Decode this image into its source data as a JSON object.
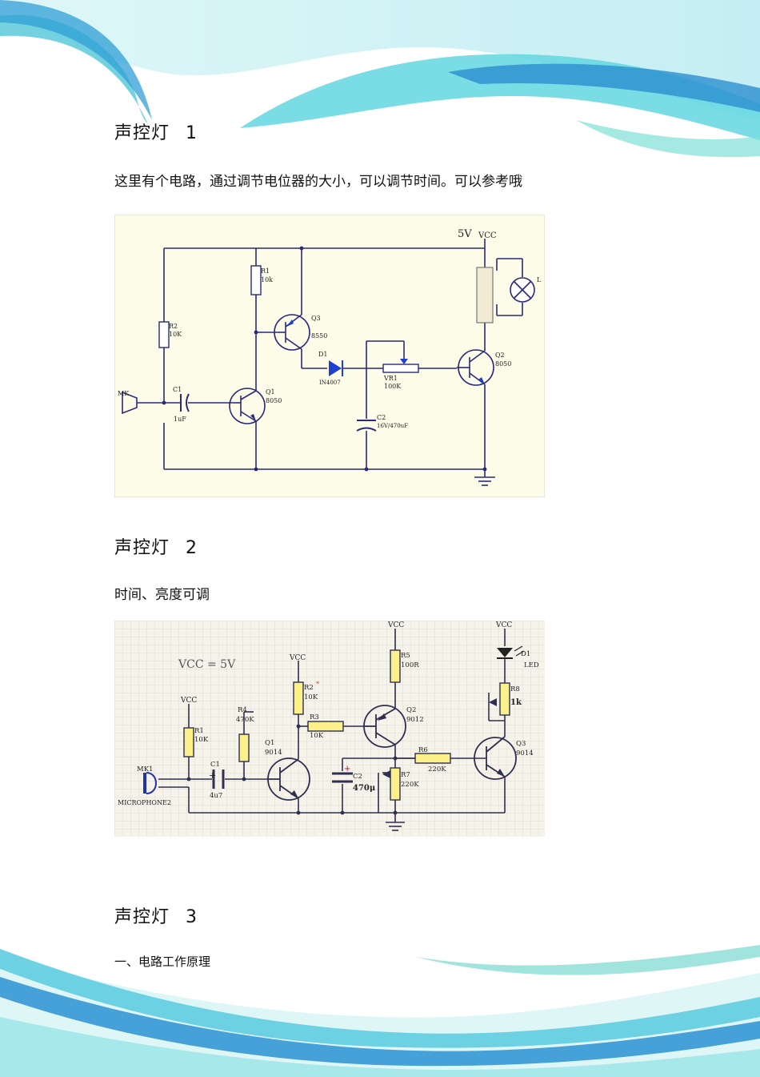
{
  "section1": {
    "title": "声控灯",
    "number": "1",
    "text": "这里有个电路，通过调节电位器的大小，可以调节时间。可以参考哦"
  },
  "circuit1": {
    "supply": "5V",
    "vcc": "VCC",
    "R1": "R1",
    "R1_val": "10k",
    "R2": "R2",
    "R2_val": "10K",
    "Q1": "Q1",
    "Q1_val": "8050",
    "Q2": "Q2",
    "Q2_val": "8050",
    "Q3": "Q3",
    "Q3_val": "8550",
    "D1": "D1",
    "D1_val": "IN4007",
    "VR1": "VR1",
    "VR1_val": "100K",
    "C1": "C1",
    "C1_val": "1uF",
    "C2": "C2",
    "C2_val": "16V/470uF",
    "MK": "MK",
    "L": "L"
  },
  "section2": {
    "title": "声控灯",
    "number": "2",
    "text": "时间、亮度可调"
  },
  "circuit2": {
    "vcc_eq": "VCC = 5V",
    "vcc": "VCC",
    "R1": "R1",
    "R1_val": "10K",
    "R2": "R2",
    "R2_mark": "*",
    "R2_val": "10K",
    "R3": "R3",
    "R3_val": "10K",
    "R4": "R4",
    "R4_val": "470K",
    "R5": "R5",
    "R5_val": "100R",
    "R6": "R6",
    "R6_val": "220K",
    "R7": "R7",
    "R7_val": "220K",
    "R8": "R8",
    "R8_val": "1k",
    "Q1": "Q1",
    "Q1_val": "9014",
    "Q2": "Q2",
    "Q2_val": "9012",
    "Q3": "Q3",
    "Q3_val": "9014",
    "C1": "C1",
    "C1_plus": "+",
    "C1_val": "4u7",
    "C2": "C2",
    "C2_plus": "+",
    "C2_val": "470μ",
    "D1": "D1",
    "D1_val": "LED",
    "MK1": "MK1",
    "mic": "MICROPHONE2"
  },
  "section3": {
    "title": "声控灯",
    "number": "3",
    "subtitle": "一、电路工作原理"
  },
  "colors": {
    "wave_light": "#bfeef0",
    "wave_mid": "#6fd9e0",
    "wave_dark": "#2a98d4",
    "c1_bg": "#fdfce8",
    "c2_bg": "#f6f3ea"
  }
}
